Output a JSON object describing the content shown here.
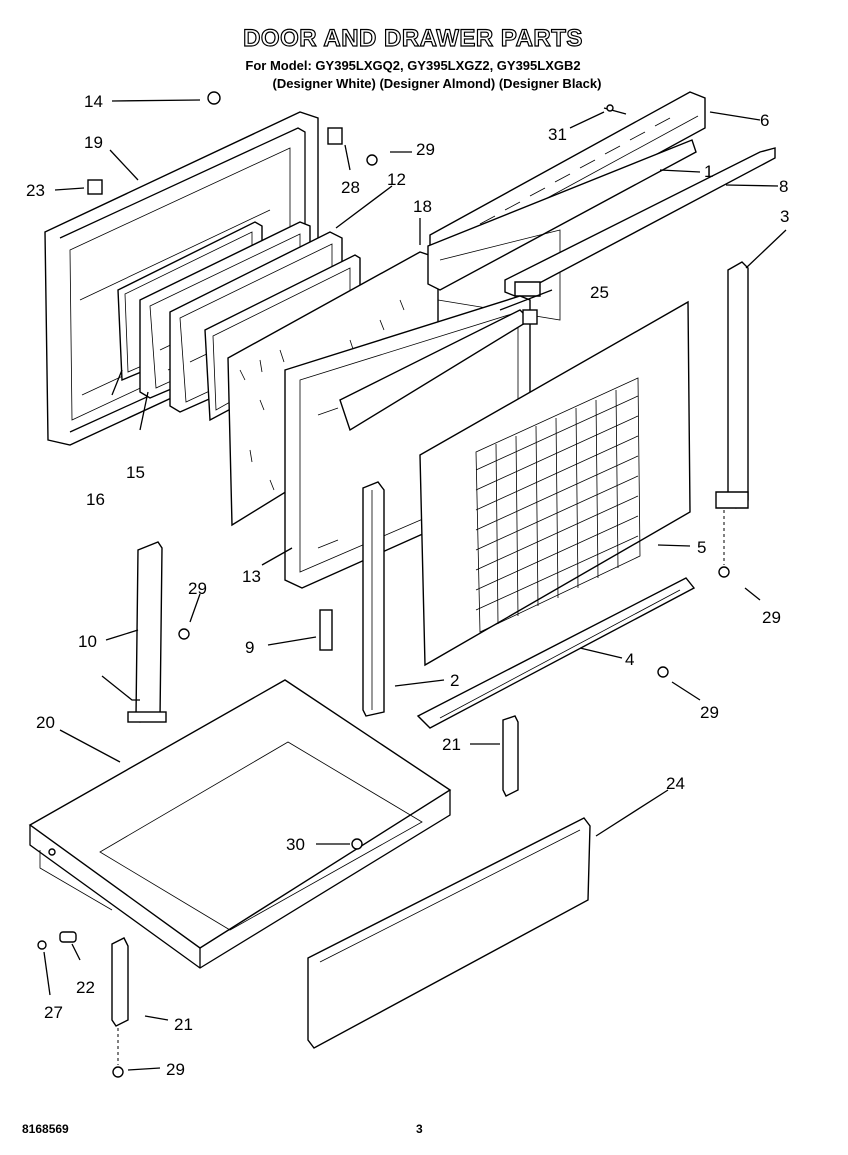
{
  "header": {
    "title": "DOOR AND DRAWER PARTS",
    "model_line": "For Model: GY395LXGQ2, GY395LXGZ2, GY395LXGB2",
    "designer_line": "(Designer White) (Designer Almond) (Designer Black)"
  },
  "callouts": {
    "c1": "1",
    "c2": "2",
    "c3": "3",
    "c4": "4",
    "c5": "5",
    "c6": "6",
    "c8": "8",
    "c9": "9",
    "c10": "10",
    "c12": "12",
    "c13": "13",
    "c14": "14",
    "c15": "15",
    "c16": "16",
    "c18": "18",
    "c19": "19",
    "c20": "20",
    "c21a": "21",
    "c21b": "21",
    "c22": "22",
    "c23": "23",
    "c24": "24",
    "c25": "25",
    "c27": "27",
    "c28": "28",
    "c29a": "29",
    "c29b": "29",
    "c29c": "29",
    "c29d": "29",
    "c29e": "29",
    "c30": "30",
    "c31": "31"
  },
  "footer": {
    "doc_number": "8168569",
    "page_number": "3"
  }
}
